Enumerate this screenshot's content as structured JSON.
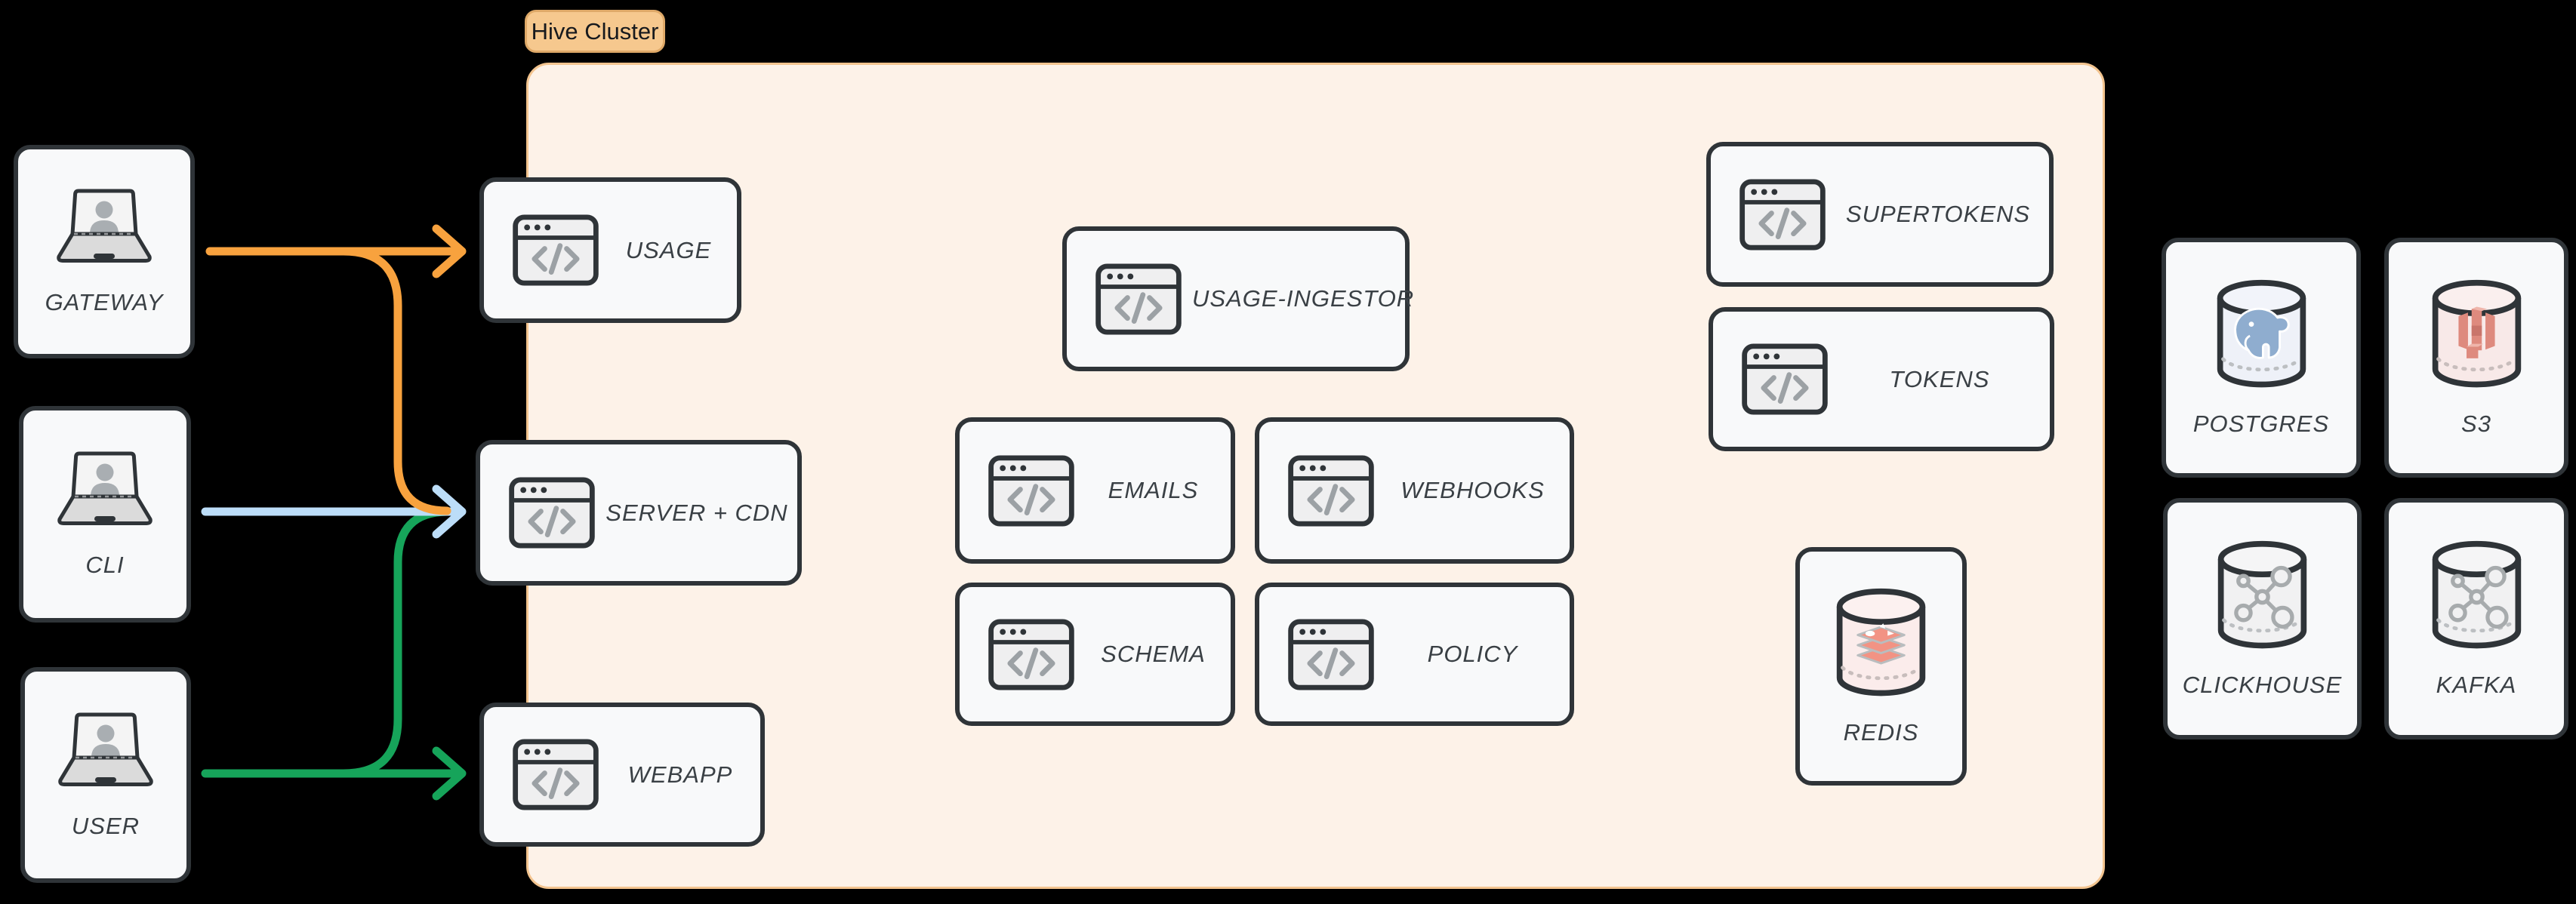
{
  "badge": {
    "label": "Hive Cluster"
  },
  "clients": [
    {
      "label": "GATEWAY"
    },
    {
      "label": "CLI"
    },
    {
      "label": "USER"
    }
  ],
  "services": {
    "usage": "USAGE",
    "server_cdn": "SERVER + CDN",
    "webapp": "WEBAPP",
    "usage_ingestor": "USAGE-INGESTOR",
    "emails": "EMAILS",
    "webhooks": "WEBHOOKS",
    "schema": "SCHEMA",
    "policy": "POLICY",
    "supertokens": "SUPERTOKENS",
    "tokens": "TOKENS",
    "redis": "REDIS"
  },
  "datastores": [
    {
      "label": "POSTGRES"
    },
    {
      "label": "S3"
    },
    {
      "label": "CLICKHOUSE"
    },
    {
      "label": "KAFKA"
    }
  ],
  "icons": {
    "client": "laptop-user-icon",
    "service": "browser-code-icon",
    "datastore": "database-cylinder-icon"
  },
  "colors": {
    "background": "#000000",
    "cluster_fill": "#FDF2E8",
    "cluster_border": "#F3C48F",
    "badge_fill": "#F6C88E",
    "badge_border": "#DFA968",
    "card_fill": "#F8F9FA",
    "card_border": "#2F3438",
    "label_text": "#3A4045",
    "arrow_orange": "#F8A23E",
    "arrow_blue": "#BCDDF8",
    "arrow_green": "#16A45A",
    "icon_gray": "#9CA1A5",
    "postgres_blue": "#8FADCF",
    "s3_red": "#DE8A7E",
    "redis_red": "#F29384"
  }
}
